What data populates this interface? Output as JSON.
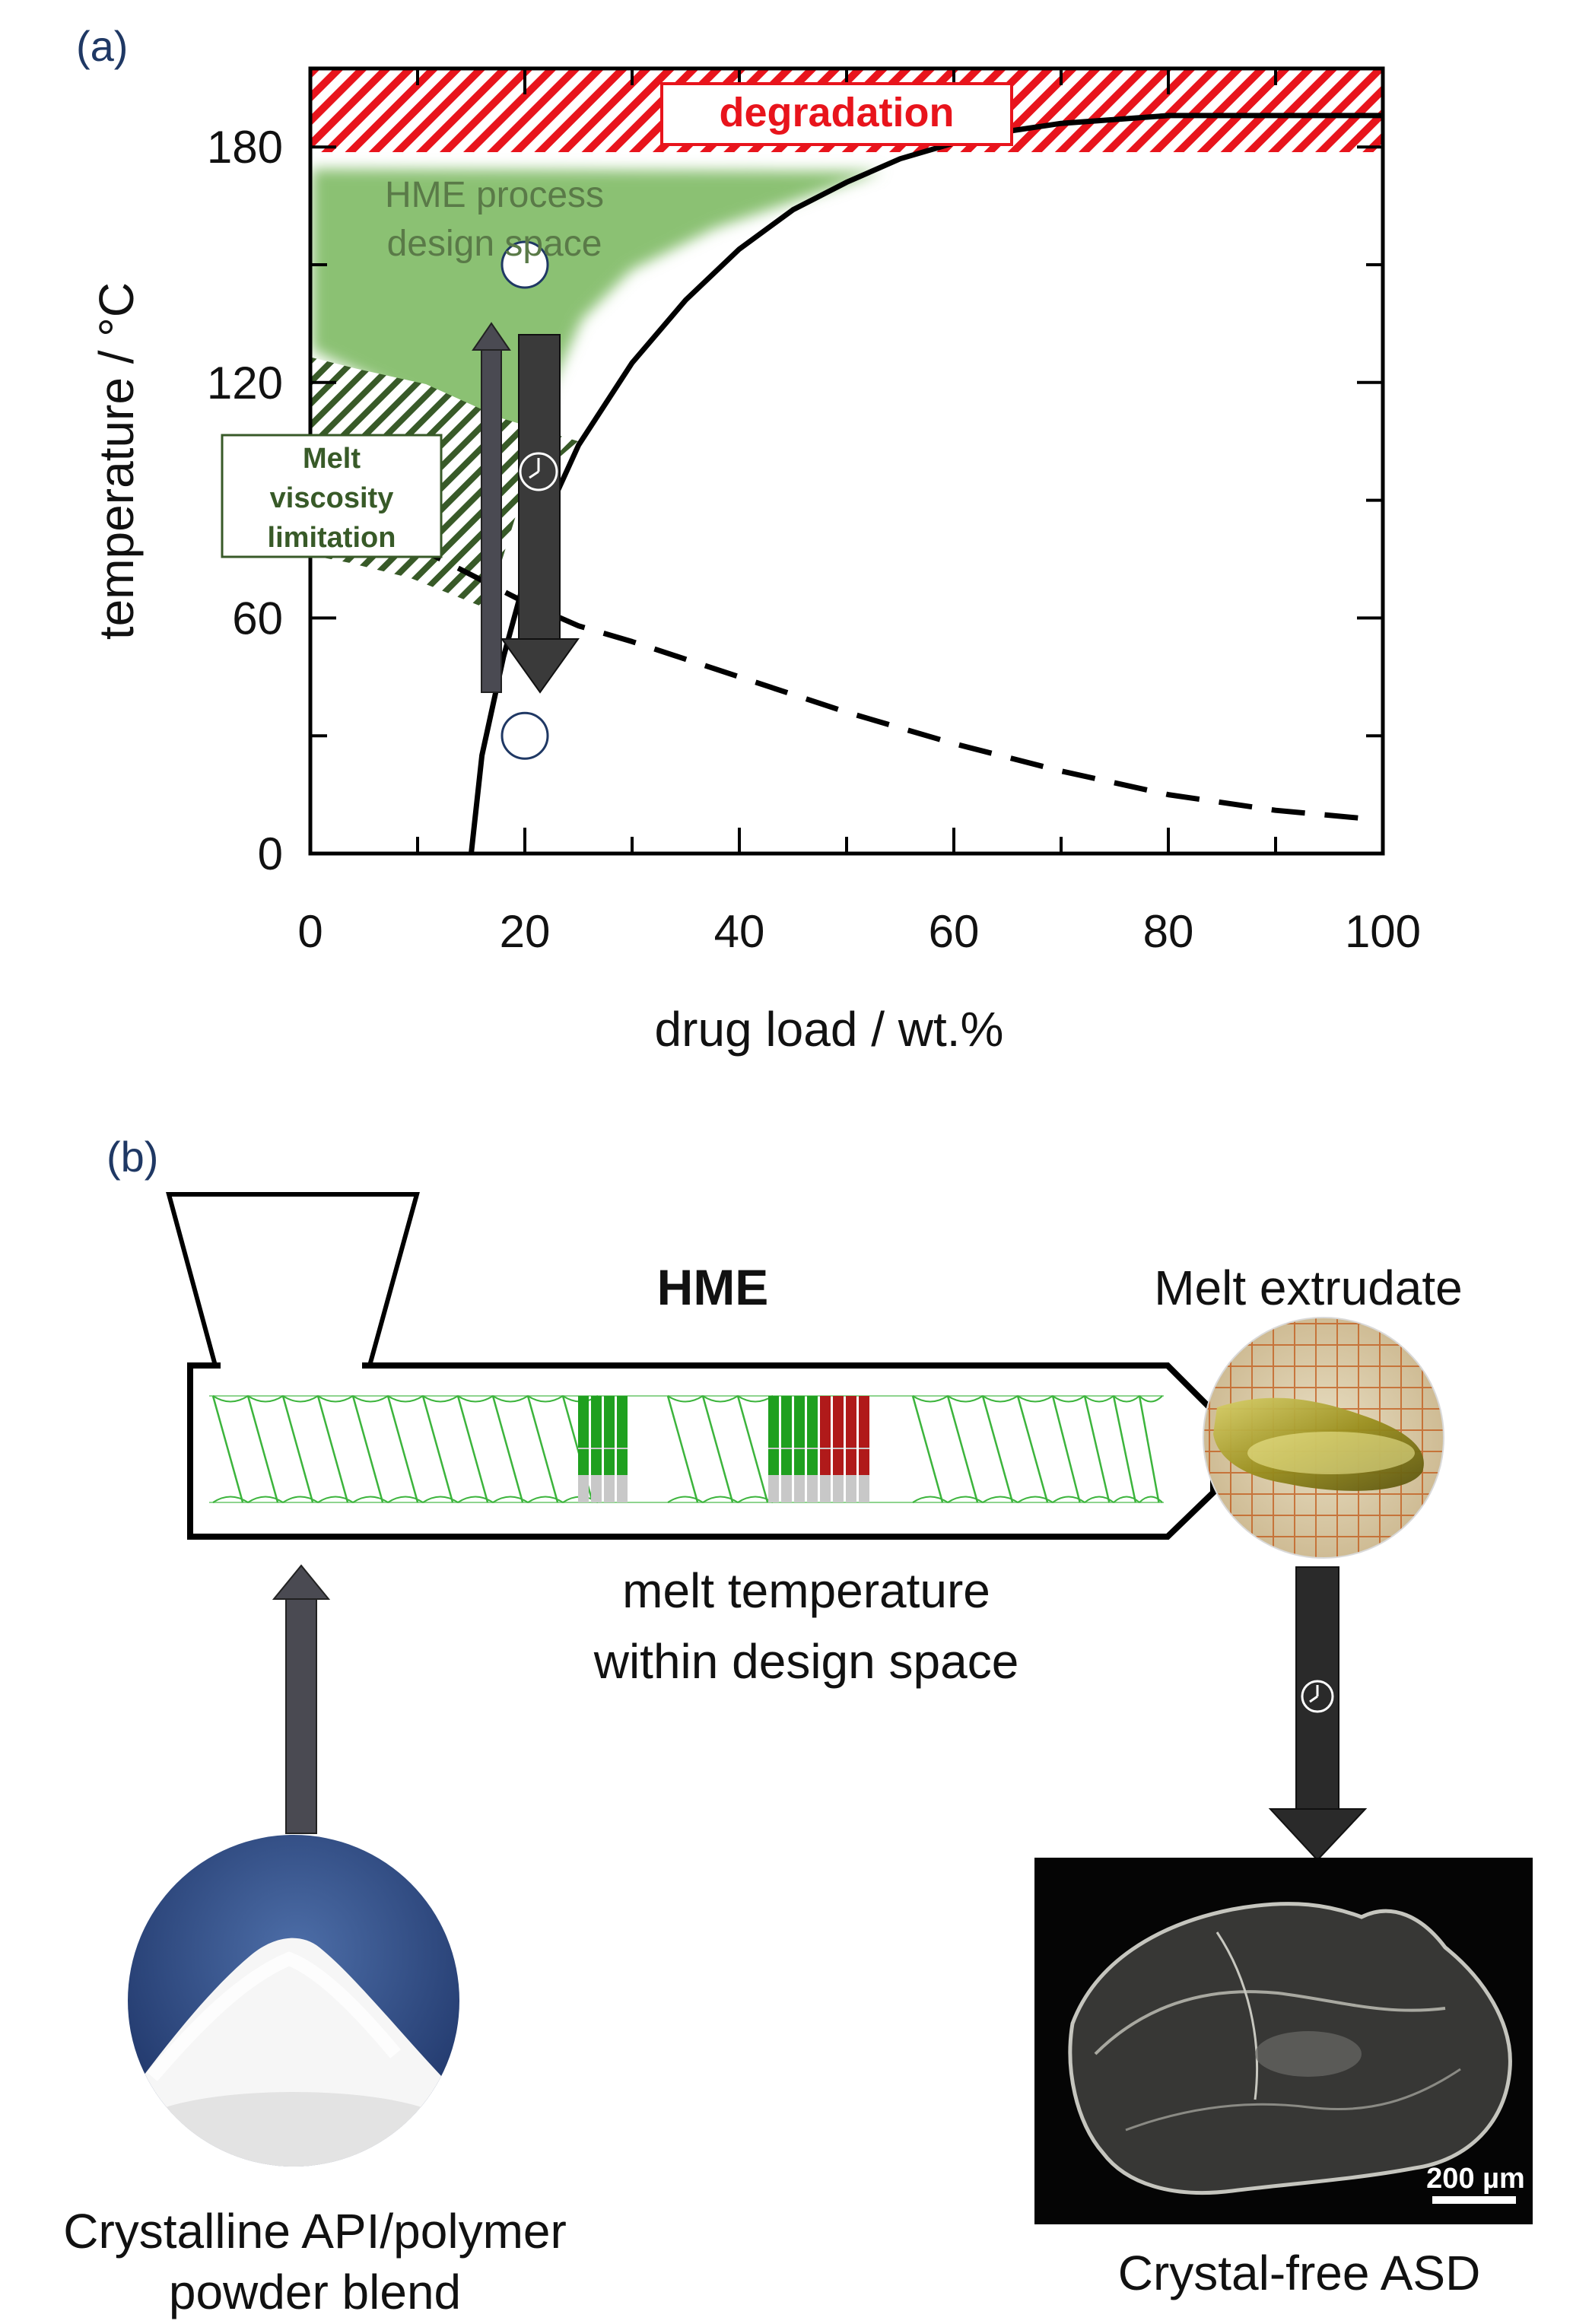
{
  "panel_a": {
    "label": "(a)",
    "xlabel": "drug load / wt.%",
    "ylabel": "temperature / °C",
    "degradation_label": "degradation",
    "design_space_label": [
      "HME process",
      "design space"
    ],
    "viscosity_label": [
      "Melt",
      "viscosity",
      "limitation"
    ]
  },
  "panel_b": {
    "label": "(b)",
    "hme_label": "HME",
    "melt_extrudate_label": "Melt extrudate",
    "melt_temp_label": [
      "melt temperature",
      "within design space"
    ],
    "input_label": [
      "Crystalline API/polymer",
      "powder blend"
    ],
    "output_label": "Crystal-free ASD",
    "scale_bar_label": "200 µm"
  },
  "colors": {
    "degradation": "#e8141c",
    "design_space": "#8bc173",
    "viscosity": "#385a28",
    "arrow": "#3a3a3a",
    "screw": "#3cb43c",
    "kneading_green": "#1fa01f",
    "kneading_red": "#b01a1a"
  },
  "chart_data": {
    "type": "line",
    "xlim": [
      0,
      100
    ],
    "ylim": [
      0,
      200
    ],
    "x_ticks": [
      0,
      20,
      40,
      60,
      80,
      100
    ],
    "y_ticks": [
      0,
      60,
      120,
      180
    ],
    "series": [
      {
        "style": "solid",
        "x": [
          15,
          16,
          18,
          20,
          22,
          25,
          30,
          35,
          40,
          45,
          50,
          55,
          60,
          65,
          70,
          75,
          80,
          85,
          90,
          95,
          100
        ],
        "y": [
          0,
          25,
          50,
          70,
          86,
          104,
          125,
          141,
          154,
          164,
          171,
          177,
          181,
          184,
          186,
          187,
          188,
          188,
          188,
          188,
          188
        ]
      },
      {
        "style": "dashed",
        "x": [
          0,
          10,
          20,
          25,
          30,
          40,
          50,
          60,
          70,
          80,
          90,
          98
        ],
        "y": [
          88,
          78,
          64,
          58,
          54,
          45,
          36,
          28,
          21,
          15,
          11,
          9
        ]
      }
    ],
    "points": [
      {
        "x": 20,
        "y": 150
      },
      {
        "x": 20,
        "y": 30
      }
    ]
  }
}
